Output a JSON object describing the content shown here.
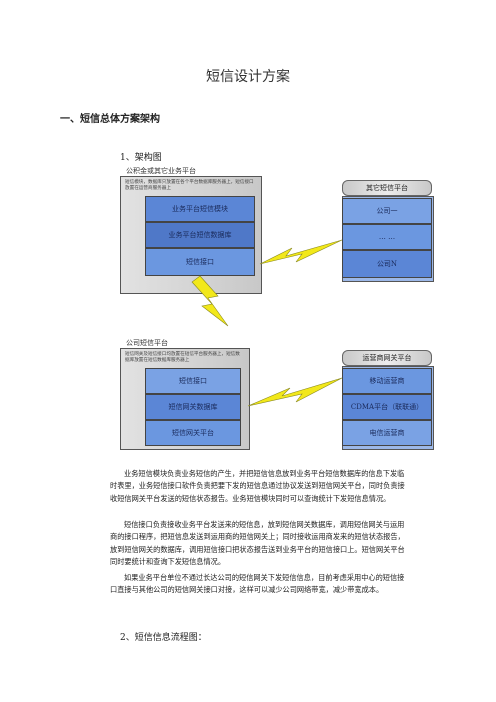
{
  "doc_title": "短信设计方案",
  "section1": "一、短信总体方案架构",
  "sub1": "1、架构图",
  "diagram": {
    "group_top": {
      "label": "公积金或其它业务平台",
      "note": "短信模块，数据库只放置在各个平台数据库服务器上，短信接口放置在运营商服务器上",
      "blocks": [
        "业务平台短信模块",
        "业务平台短信数据库",
        "短信接口"
      ]
    },
    "group_right_top": {
      "label": "其它短信平台",
      "blocks": [
        "公司一",
        "… …",
        "公司N"
      ]
    },
    "group_bottom": {
      "label": "公司短信平台",
      "note": "短信网关及短信接口均放置在短信平台服务器上，短信数据库放置在短信数据库服务器上",
      "blocks": [
        "短信接口",
        "短信网关数据库",
        "短信网关平台"
      ]
    },
    "group_right_bottom": {
      "label": "运营商网关平台",
      "blocks": [
        "移动运营商",
        "CDMA平台（联联通）",
        "电信运营商"
      ]
    }
  },
  "paragraphs": [
    "业务短信模块负责业务短信的产生，并把短信信息放到业务平台短信数据库的信息下发临时表里，业务短信接口软件负责把要下发的短信息通过协议发送到短信网关平台，同时负责接收短信网关平台发送的短信状态报告。业务短信模块同时可以查询统计下发短信息情况。",
    "短信接口负责接收业务平台发送来的短信息，放到短信网关数据库，调用短信网关与运用商的接口程序，把短信息发送到运用商的短信网关上；同时接收运用商发来的短信状态报告，放到短信网关的数据库，调用短信接口把状态报告送到业务平台的短信接口上。短信网关平台同时要统计和查询下发短信息情况。",
    "如果业务平台单位不通过长达公司的短信网关下发短信信息，目前考虑采用中心的短信接口直接与其他公司的短信网关接口对接，这样可以减少公司网络带宽，减少带宽成本。"
  ],
  "sub2": "2、短信信息流程图："
}
